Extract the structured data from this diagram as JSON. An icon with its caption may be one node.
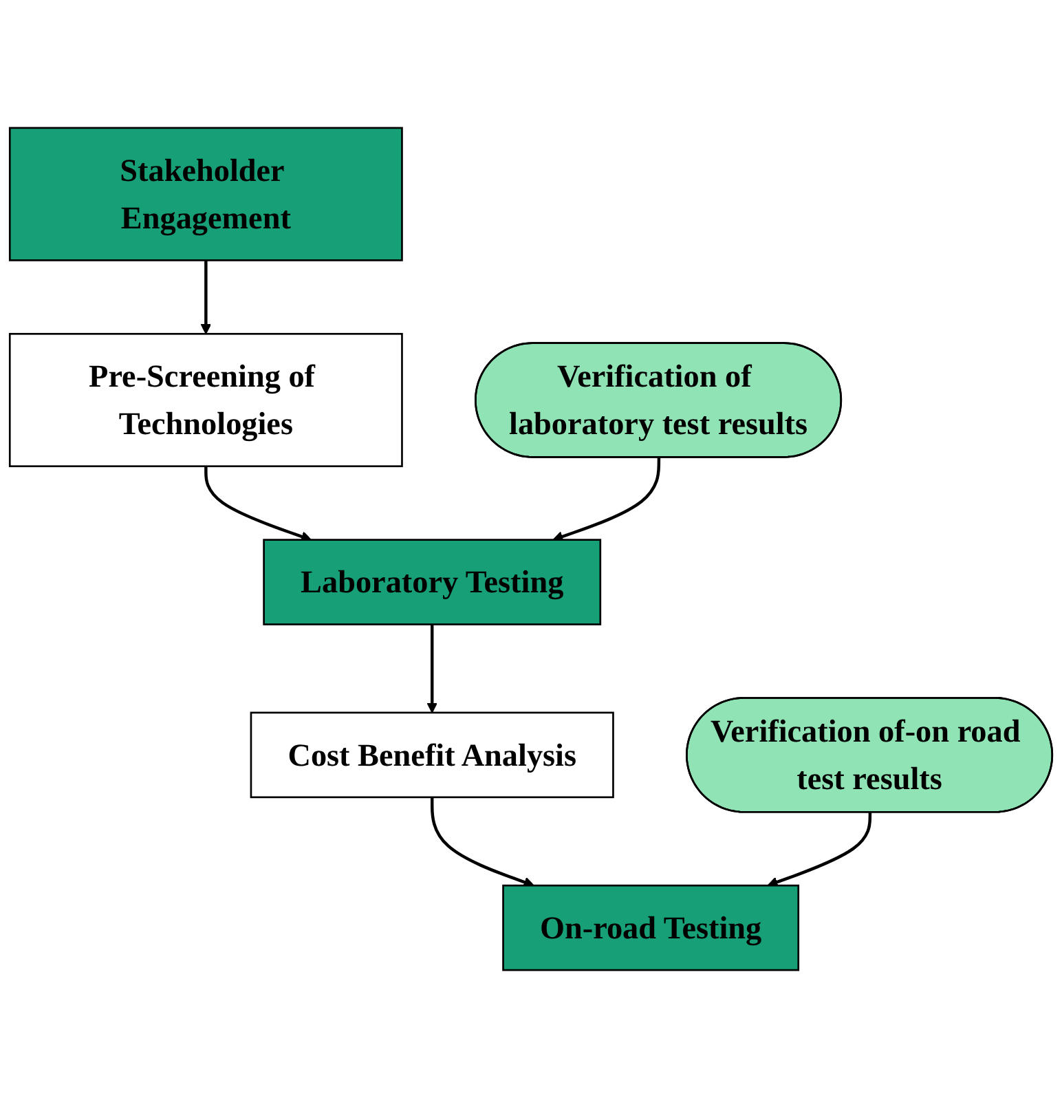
{
  "diagram": {
    "nodes": [
      {
        "text": [
          "Stakeholder Engagement"
        ]
      },
      {
        "text": [
          "Pre-Screening of Technologies"
        ]
      },
      {
        "text": [
          "Laboratory Testing"
        ]
      },
      {
        "text": [
          "Cost Benefit Analysis"
        ]
      },
      {
        "text": [
          "On-road Testing"
        ]
      },
      {
        "text": [
          "Verification of laboratory test results"
        ]
      },
      {
        "text": [
          "Verification of-on road test results"
        ]
      }
    ],
    "edges": [
      {
        "from": 0,
        "to": 1,
        "arrow": "to"
      },
      {
        "from": 1,
        "to": 2,
        "arrow": "to"
      },
      {
        "from": 2,
        "to": 3,
        "arrow": "to"
      },
      {
        "from": 3,
        "to": 4,
        "arrow": "to"
      },
      {
        "from": 5,
        "to": 2,
        "arrow": "to"
      },
      {
        "from": 6,
        "to": 4,
        "arrow": "to"
      }
    ]
  }
}
